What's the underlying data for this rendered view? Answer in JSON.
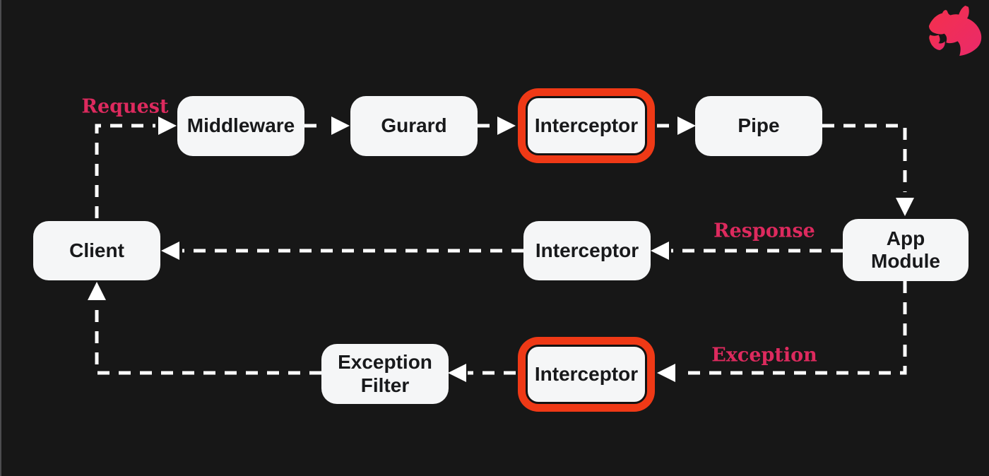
{
  "diagram": {
    "nodes": [
      {
        "id": "middleware",
        "label": "Middleware",
        "highlighted": false
      },
      {
        "id": "guard",
        "label": "Gurard",
        "highlighted": false
      },
      {
        "id": "interceptor-request",
        "label": "Interceptor",
        "highlighted": true
      },
      {
        "id": "pipe",
        "label": "Pipe",
        "highlighted": false
      },
      {
        "id": "client",
        "label": "Client",
        "highlighted": false
      },
      {
        "id": "interceptor-response",
        "label": "Interceptor",
        "highlighted": false
      },
      {
        "id": "app-module",
        "label": "App\nModule",
        "highlighted": false
      },
      {
        "id": "exception-filter",
        "label": "Exception\nFilter",
        "highlighted": false
      },
      {
        "id": "interceptor-exception",
        "label": "Interceptor",
        "highlighted": true
      }
    ],
    "flow_labels": {
      "request": "Request",
      "response": "Response",
      "exception": "Exception"
    },
    "logo": "nestjs-logo",
    "colors": {
      "background": "#171717",
      "edge_trim": "#4c4c4f",
      "node_fill": "#f5f6f7",
      "node_text": "#18191b",
      "arrow": "#ffffff",
      "highlight_ring": "#ef3916",
      "highlight_inner_border": "#131313",
      "flow_label": "#dd2a5e",
      "logo_gradient_start": "#f5304c",
      "logo_gradient_end": "#e92a6a"
    }
  }
}
